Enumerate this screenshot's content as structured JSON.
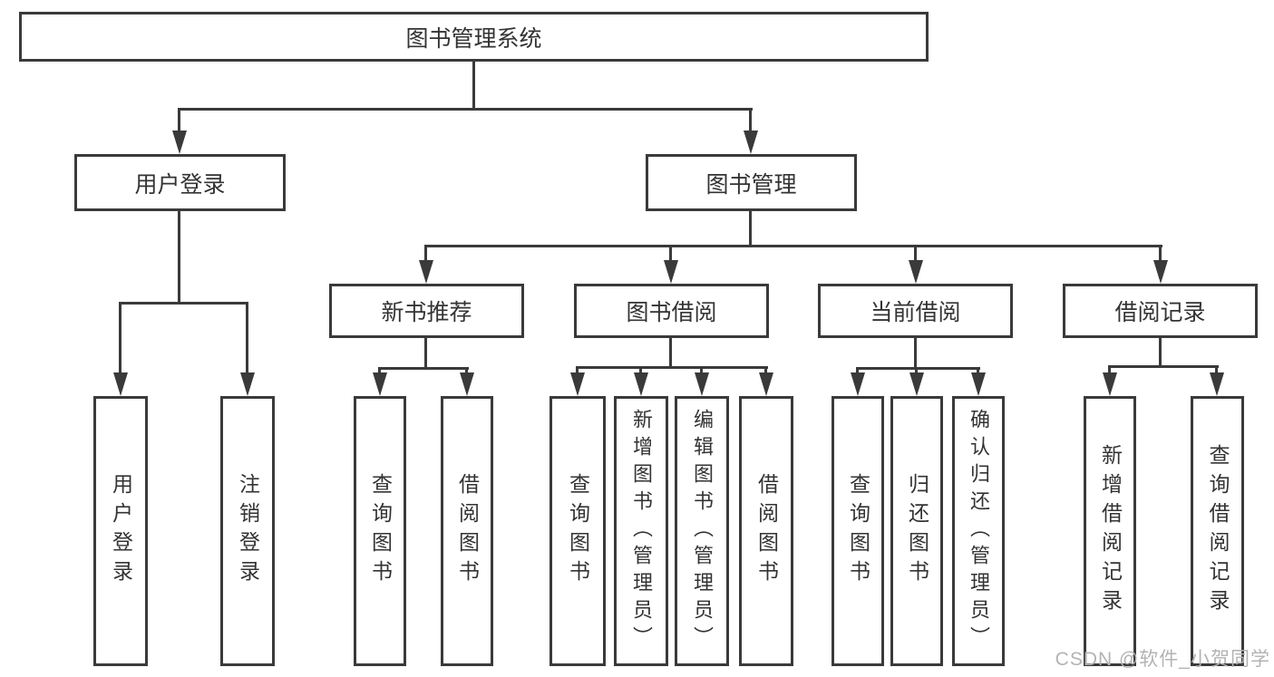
{
  "diagram": {
    "root": {
      "label": "图书管理系统"
    },
    "branches": [
      {
        "label": "用户登录",
        "leaves": [
          "用户登录",
          "注销登录"
        ]
      },
      {
        "label": "图书管理",
        "groups": [
          {
            "label": "新书推荐",
            "leaves": [
              "查询图书",
              "借阅图书"
            ]
          },
          {
            "label": "图书借阅",
            "leaves": [
              "查询图书",
              "新增图书（管理员）",
              "编辑图书（管理员）",
              "借阅图书"
            ]
          },
          {
            "label": "当前借阅",
            "leaves": [
              "查询图书",
              "归还图书",
              "确认归还（管理员）"
            ]
          },
          {
            "label": "借阅记录",
            "leaves": [
              "新增借阅记录",
              "查询借阅记录"
            ]
          }
        ]
      }
    ]
  },
  "watermark": {
    "text": "CSDN @软件_小贺同学"
  },
  "colors": {
    "line": "#3a3a3a",
    "text": "#333333",
    "watermark": "#b3b3b3",
    "background": "#ffffff"
  }
}
